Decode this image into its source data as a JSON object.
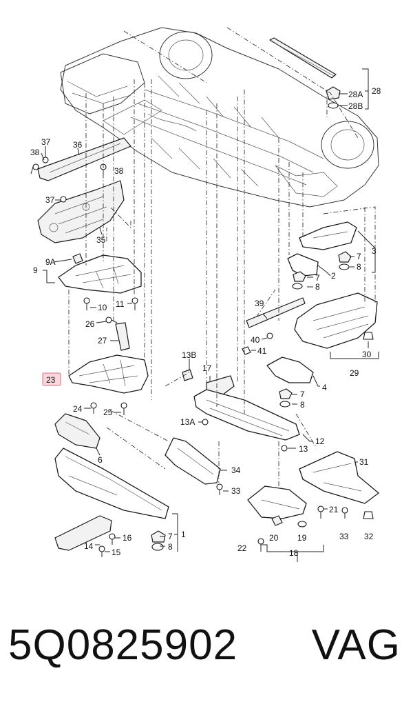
{
  "diagram": {
    "labels": {
      "l1": "1",
      "l2": "2",
      "l3": "3",
      "l4": "4",
      "l6": "6",
      "l7a": "7",
      "l7b": "7",
      "l7c": "7",
      "l8a": "8",
      "l8b": "8",
      "l8c": "8",
      "l9": "9",
      "l9a": "9A",
      "l10": "10",
      "l11": "11",
      "l12": "12",
      "l13": "13",
      "l13a": "13A",
      "l13b": "13B",
      "l14": "14",
      "l15": "15",
      "l16": "16",
      "l17": "17",
      "l18": "18",
      "l19": "19",
      "l20": "20",
      "l21": "21",
      "l22": "22",
      "l23": "23",
      "l24": "24",
      "l25": "25",
      "l26": "26",
      "l27": "27",
      "l28": "28",
      "l28a": "28A",
      "l28b": "28B",
      "l29": "29",
      "l30": "30",
      "l31": "31",
      "l32": "32",
      "l33a": "33",
      "l33b": "33",
      "l34": "34",
      "l35": "35",
      "l36": "36",
      "l37a": "37",
      "l37b": "37",
      "l38a": "38",
      "l38b": "38",
      "l39": "39",
      "l40": "40",
      "l41": "41"
    },
    "highlighted_label": "23"
  },
  "footer": {
    "part_number": "5Q0825902",
    "brand": "VAG"
  }
}
